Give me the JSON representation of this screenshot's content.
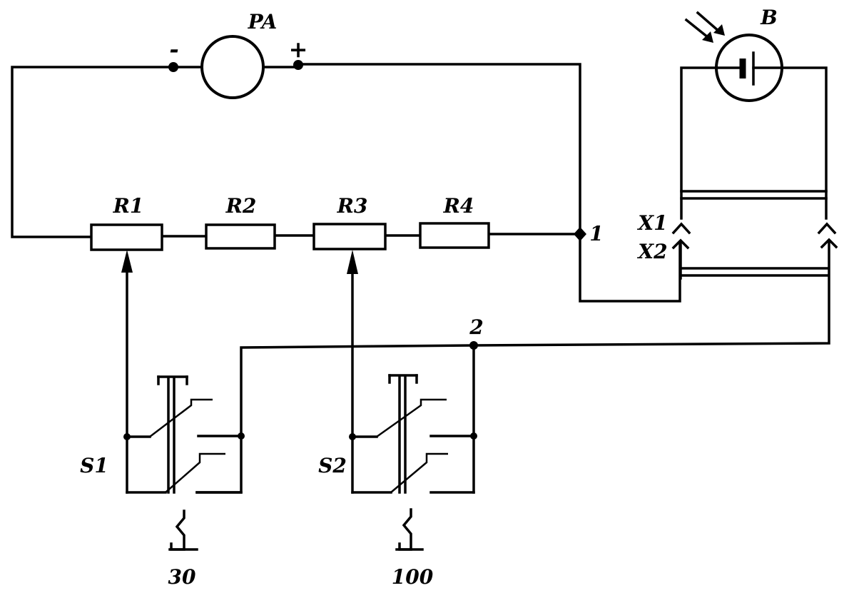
{
  "labels": {
    "meter": "PA",
    "meter_minus": "-",
    "meter_plus": "+",
    "photocell": "B",
    "r1": "R1",
    "r2": "R2",
    "r3": "R3",
    "r4": "R4",
    "node1": "1",
    "node2": "2",
    "x1": "X1",
    "x2": "X2",
    "s1": "S1",
    "s2": "S2",
    "s1_value": "30",
    "s2_value": "100"
  }
}
